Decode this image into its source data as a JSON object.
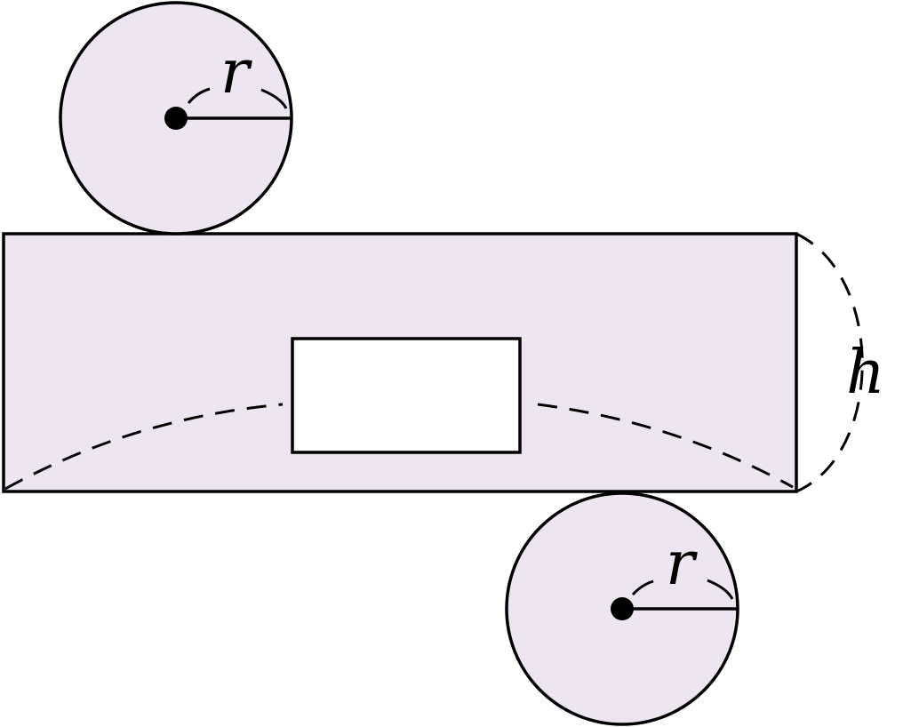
{
  "diagram": {
    "labels": {
      "top_radius": "r",
      "bottom_radius": "r",
      "height": "h"
    },
    "colors": {
      "surface_fill": "#ede6f0",
      "window_fill": "#ffffff",
      "stroke": "#000000"
    }
  }
}
